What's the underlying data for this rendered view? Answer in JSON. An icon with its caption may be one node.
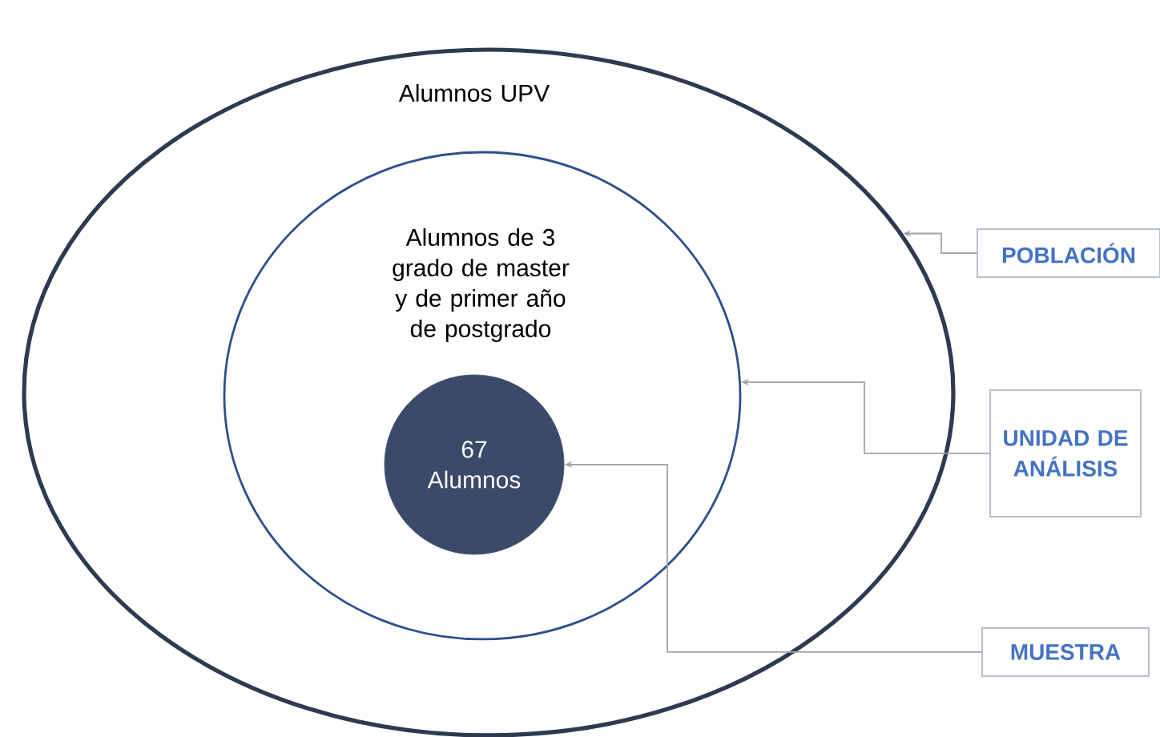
{
  "diagram": {
    "nodes": [
      {
        "text": [
          "Alumnos UPV"
        ]
      },
      {
        "text": [
          "Alumnos de 3 grado de master y de primer año de postgrado"
        ],
        "in": 0
      },
      {
        "text": [
          "67 Alumnos"
        ],
        "in": 1
      },
      {
        "text": [
          "POBLACIÓN"
        ]
      },
      {
        "text": [
          "UNIDAD DE ANÁLISIS"
        ]
      },
      {
        "text": [
          "MUESTRA"
        ]
      }
    ],
    "edges": [
      {
        "from": 3,
        "to": 0,
        "arrow": "to"
      },
      {
        "from": 4,
        "to": 1,
        "arrow": "to"
      },
      {
        "from": 5,
        "to": 2,
        "arrow": "to"
      }
    ]
  }
}
